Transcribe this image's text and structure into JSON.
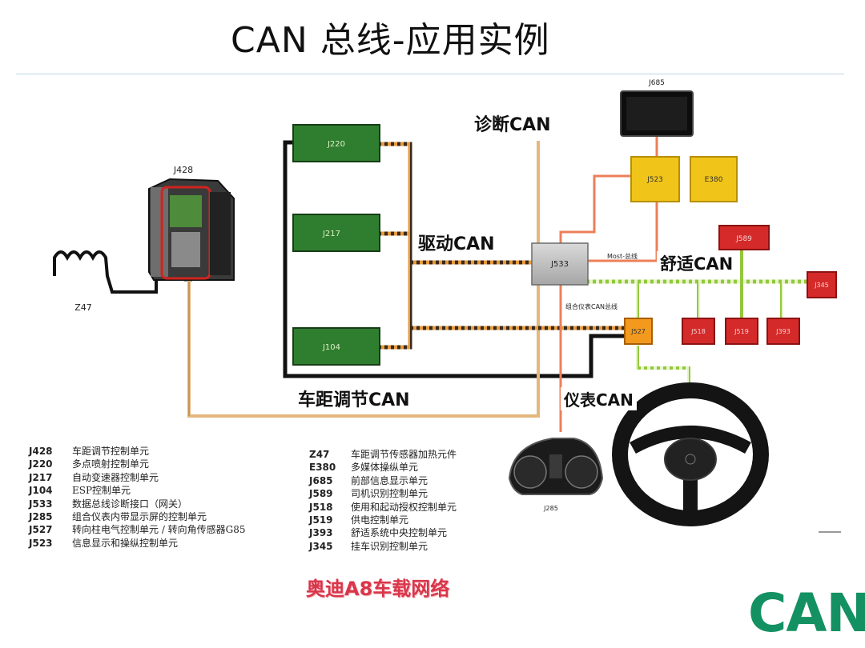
{
  "title": "CAN 总线-应用实例",
  "labels": {
    "diag_can": "诊断CAN",
    "drive_can": "驱动CAN",
    "comfort_can": "舒适CAN",
    "acc_can": "车距调节CAN",
    "dash_can": "仪表CAN"
  },
  "components": {
    "J220": "J220",
    "J217": "J217",
    "J104": "J104",
    "J428": "J428",
    "Z47": "Z47",
    "J533": "J533",
    "J523": "J523",
    "E380": "E380",
    "J685": "J685",
    "J589": "J589",
    "J345": "J345",
    "J527": "J527",
    "J518": "J518",
    "J519": "J519",
    "J393": "J393",
    "J285": "J285"
  },
  "wire_text": {
    "most": "Most-总线",
    "dash_bus": "组合仪表CAN总线"
  },
  "legend_left": [
    {
      "code": "J428",
      "desc": "车距调节控制单元"
    },
    {
      "code": "J220",
      "desc": "多点喷射控制单元"
    },
    {
      "code": "J217",
      "desc": "自动变速器控制单元"
    },
    {
      "code": "J104",
      "desc": "ESP控制单元"
    },
    {
      "code": "J533",
      "desc": "数据总线诊断接口（网关）"
    },
    {
      "code": "J285",
      "desc": "组合仪表内带显示屏的控制单元"
    },
    {
      "code": "J527",
      "desc": "转向柱电气控制单元 / 转向角传感器G85"
    },
    {
      "code": "J523",
      "desc": "信息显示和操纵控制单元"
    }
  ],
  "legend_right": [
    {
      "code": "Z47",
      "desc": "车距调节传感器加热元件"
    },
    {
      "code": "E380",
      "desc": "多媒体操纵单元"
    },
    {
      "code": "J685",
      "desc": "前部信息显示单元"
    },
    {
      "code": "J589",
      "desc": "司机识别控制单元"
    },
    {
      "code": "J518",
      "desc": "使用和起动授权控制单元"
    },
    {
      "code": "J519",
      "desc": "供电控制单元"
    },
    {
      "code": "J393",
      "desc": "舒适系统中央控制单元"
    },
    {
      "code": "J345",
      "desc": "挂车识别控制单元"
    }
  ],
  "caption": "奥迪A8车载网络",
  "brand": "CAN",
  "colors": {
    "ecu_green": "#2f7d2f",
    "ecu_yellow": "#f0c419",
    "ecu_red": "#d42a2a",
    "gateway_gray": "#b8b8b8",
    "comfort_bus": "#93c83e",
    "diag_bus": "#e4b77c",
    "most_bus": "#ec7f59",
    "brand": "#149162",
    "caption": "#d9364a"
  }
}
